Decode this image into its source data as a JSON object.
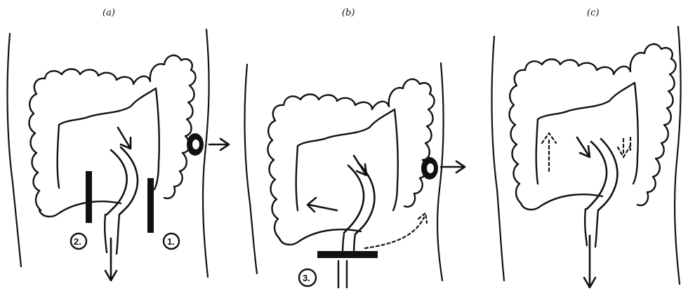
{
  "panels": [
    {
      "label": "(a)"
    },
    {
      "label": "(b)"
    },
    {
      "label": "(c)"
    }
  ],
  "steps": {
    "one": "1.",
    "two": "2.",
    "three": "3."
  }
}
